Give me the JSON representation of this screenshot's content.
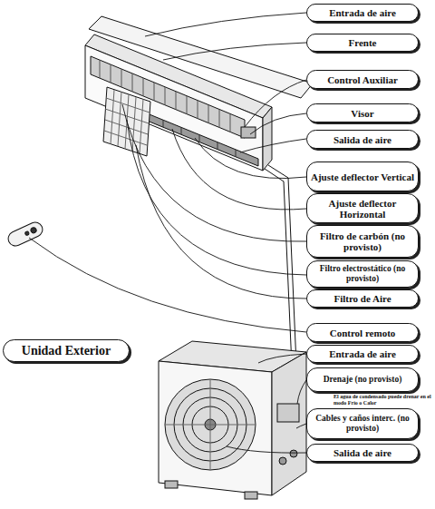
{
  "diagram": {
    "nodes": [
      {
        "text": [
          "Entrada de aire"
        ]
      },
      {
        "text": [
          "Frente"
        ]
      },
      {
        "text": [
          "Control Auxiliar"
        ]
      },
      {
        "text": [
          "Visor"
        ]
      },
      {
        "text": [
          "Salida de aire"
        ]
      },
      {
        "text": [
          "Ajuste deflector Vertical"
        ]
      },
      {
        "text": [
          "Ajuste deflector Horizontal"
        ]
      },
      {
        "text": [
          "Filtro de carbón (no provisto)"
        ]
      },
      {
        "text": [
          "Filtro electrostático (no provisto)"
        ]
      },
      {
        "text": [
          "Filtro de Aire"
        ]
      },
      {
        "text": [
          "Control remoto"
        ]
      },
      {
        "text": [
          "Unidad Exterior"
        ]
      },
      {
        "text": [
          "Entrada de aire"
        ]
      },
      {
        "text": [
          "Drenaje (no provisto)"
        ]
      },
      {
        "text": [
          "Cables y caños interc. (no provisto)"
        ]
      },
      {
        "text": [
          "Salida de aire"
        ]
      }
    ],
    "labels": [
      "El agua de condensado puede drenar en el modo Frío o Calor"
    ]
  }
}
